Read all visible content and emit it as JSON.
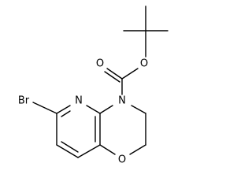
{
  "structure": {
    "atoms": {
      "bromine": "Br",
      "pyridine_nitrogen": "N",
      "ring_nitrogen": "N",
      "carbonyl_oxygen": "O",
      "ester_oxygen": "O",
      "ring_oxygen": "O"
    }
  }
}
